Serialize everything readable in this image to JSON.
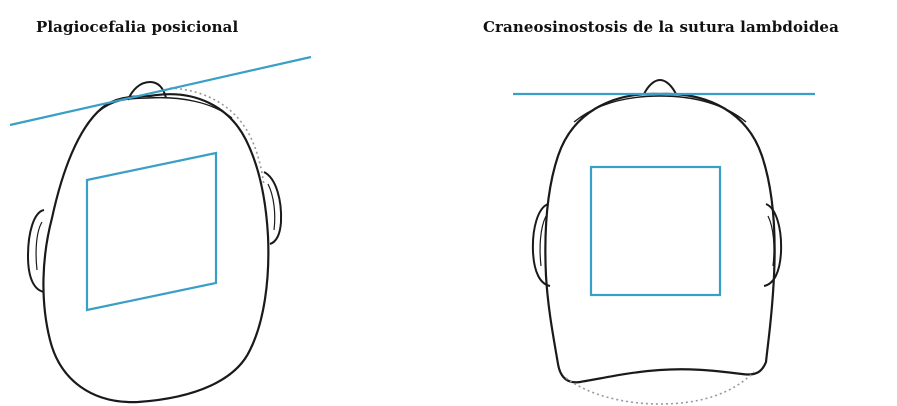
{
  "panels": [
    {
      "title": "Plagiocefalia posicional"
    },
    {
      "title": "Craneosinostosis de la sutura lambdoidea"
    }
  ],
  "colors": {
    "outline": "#1a1a1a",
    "dashed_outline": "#9a9a9a",
    "measure_lines": "#3a9fc6"
  },
  "icons": [
    "head-top-view-plagiocephaly",
    "head-top-view-craniosynostosis"
  ]
}
